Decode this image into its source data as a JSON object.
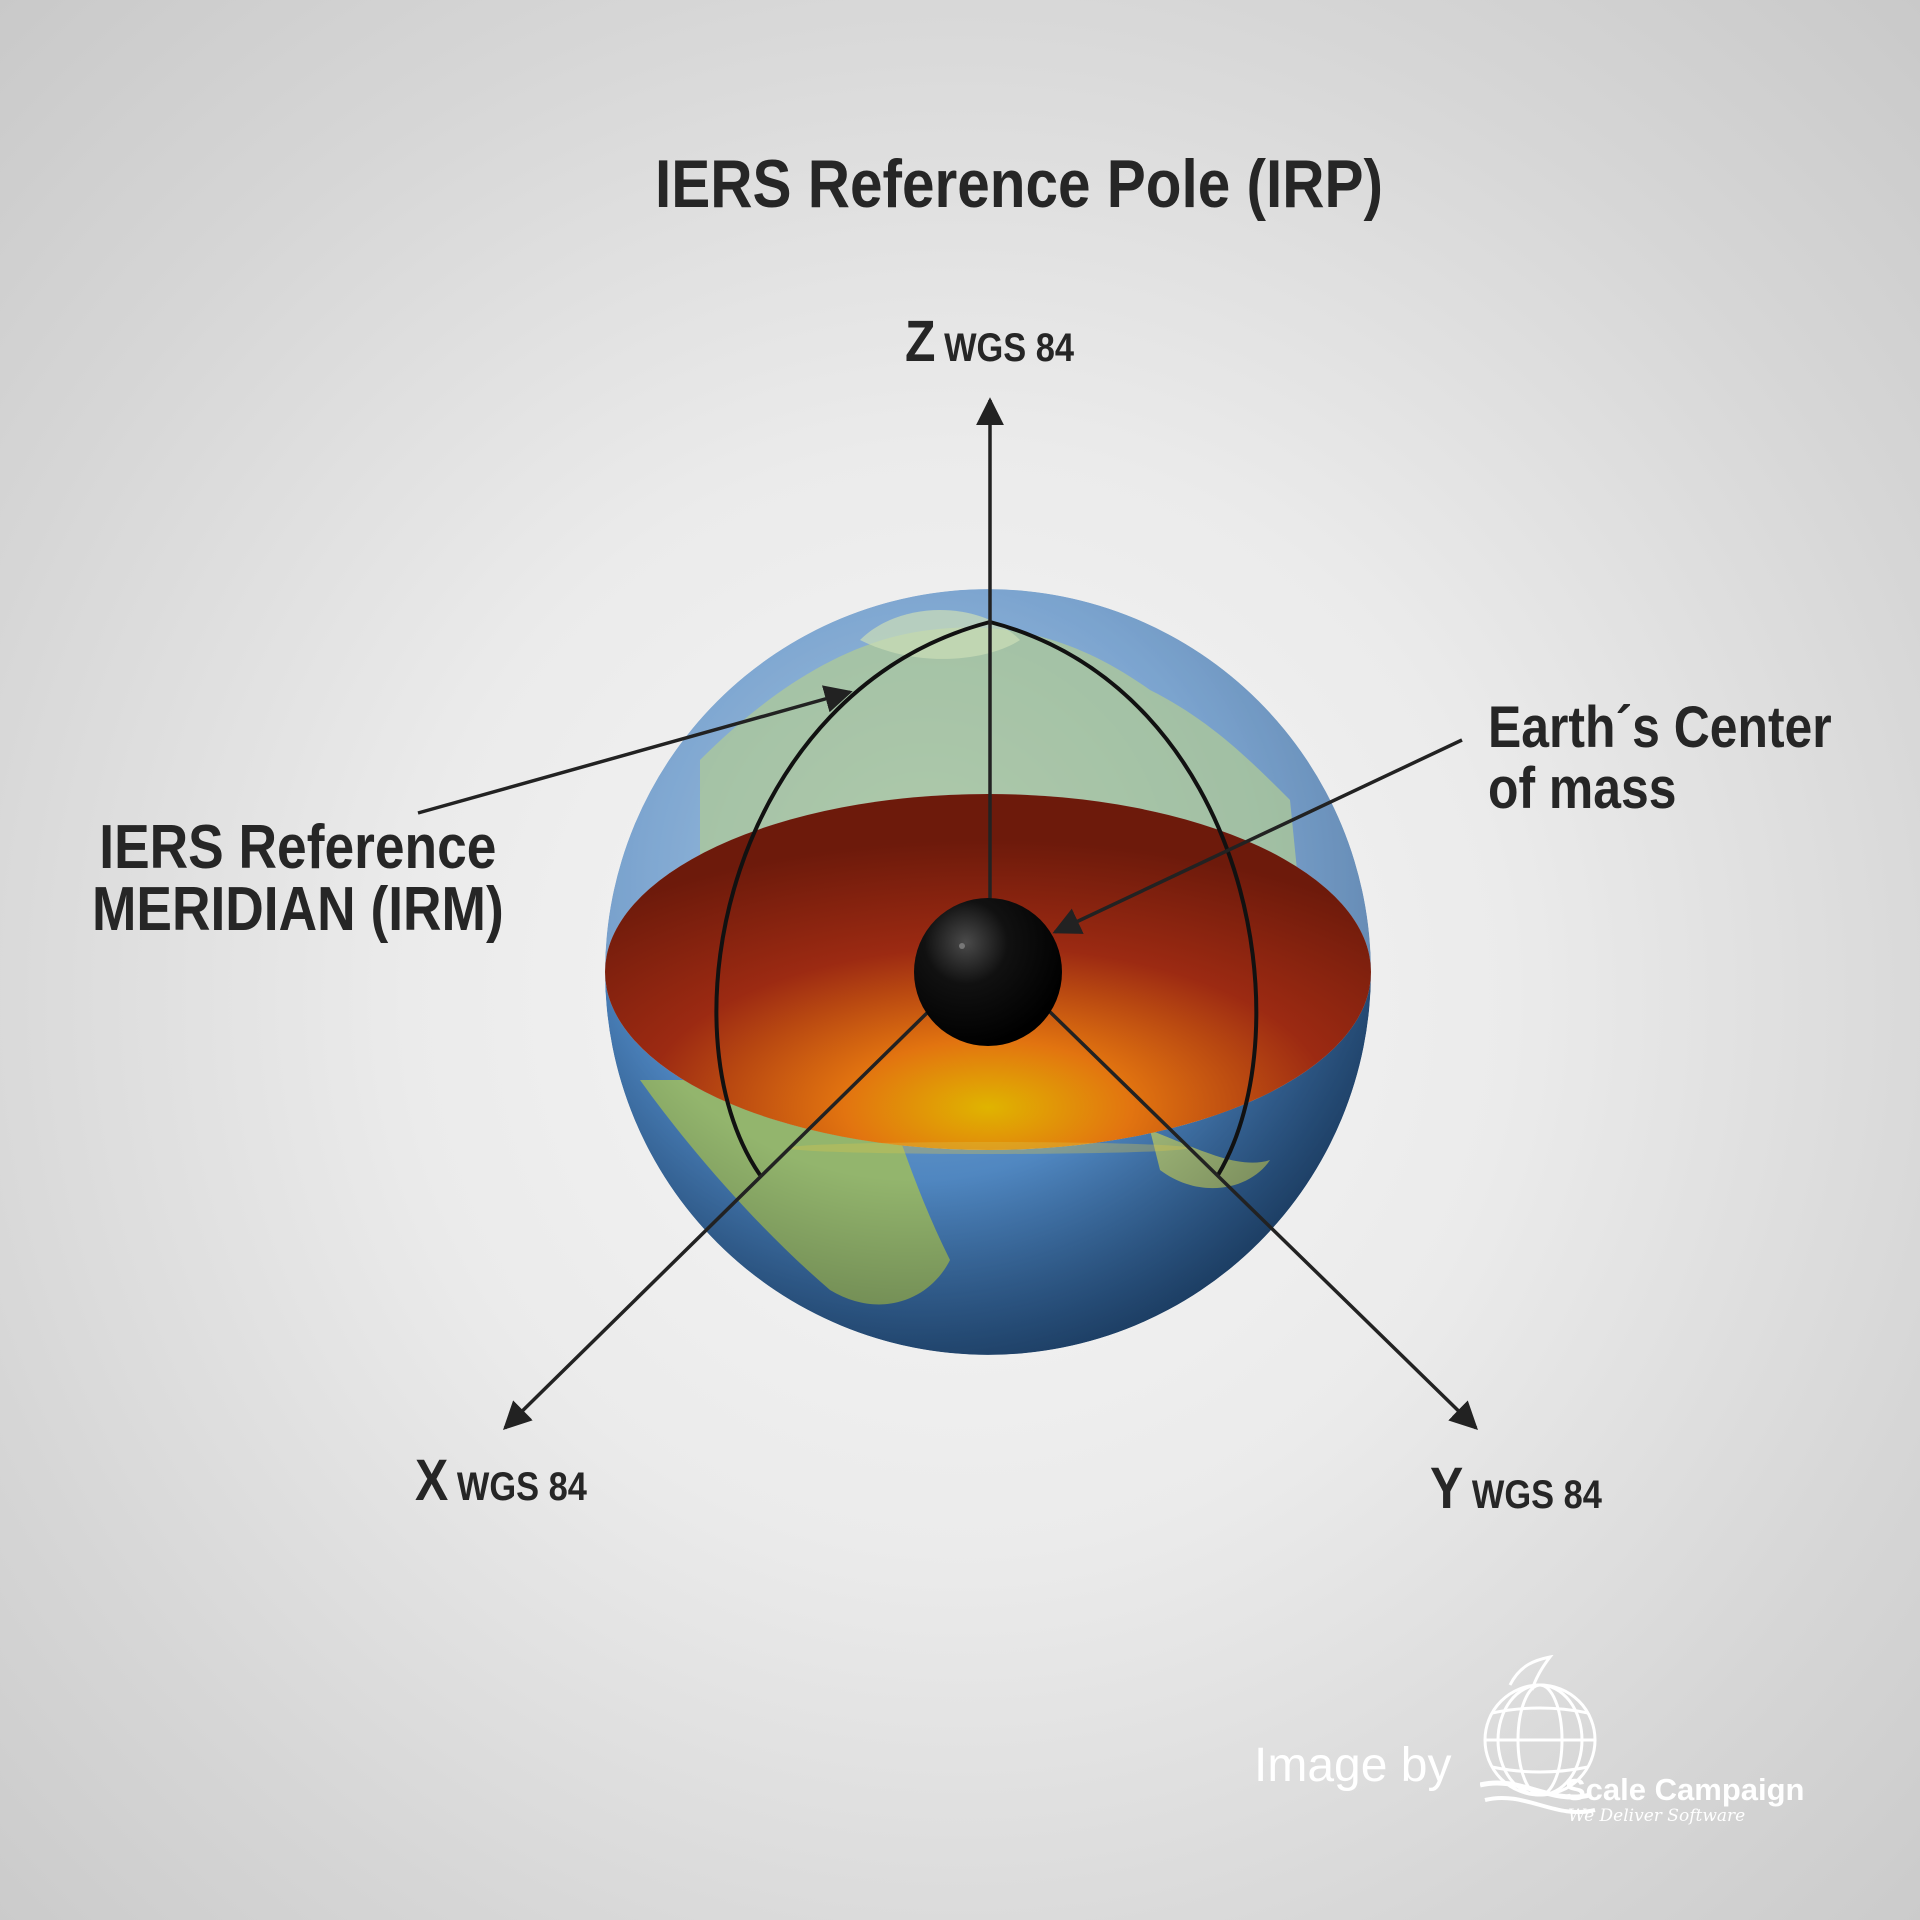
{
  "title": "IERS Reference Pole (IRP)",
  "axes": {
    "z": {
      "letter": "Z",
      "system": "WGS 84"
    },
    "x": {
      "letter": "X",
      "system": "WGS 84"
    },
    "y": {
      "letter": "Y",
      "system": "WGS 84"
    }
  },
  "callouts": {
    "irm": {
      "line1": "IERS Reference",
      "line2": "MERIDIAN (IRM)"
    },
    "center": {
      "line1": "Earth´s Center",
      "line2": "of mass"
    }
  },
  "credit": {
    "prefix": "Image by",
    "brand": "Scale Campaign",
    "tagline": "We Deliver Software"
  },
  "colors": {
    "text": "#262626",
    "ocean": "#3f78b6",
    "land": "#8fb36f",
    "core_cut": "#8f2a14",
    "center_mass": "#0a0a0a",
    "axis_line": "#222222"
  },
  "icons": [
    "globe-icon",
    "center-of-mass-icon",
    "scale-campaign-logo-icon"
  ]
}
